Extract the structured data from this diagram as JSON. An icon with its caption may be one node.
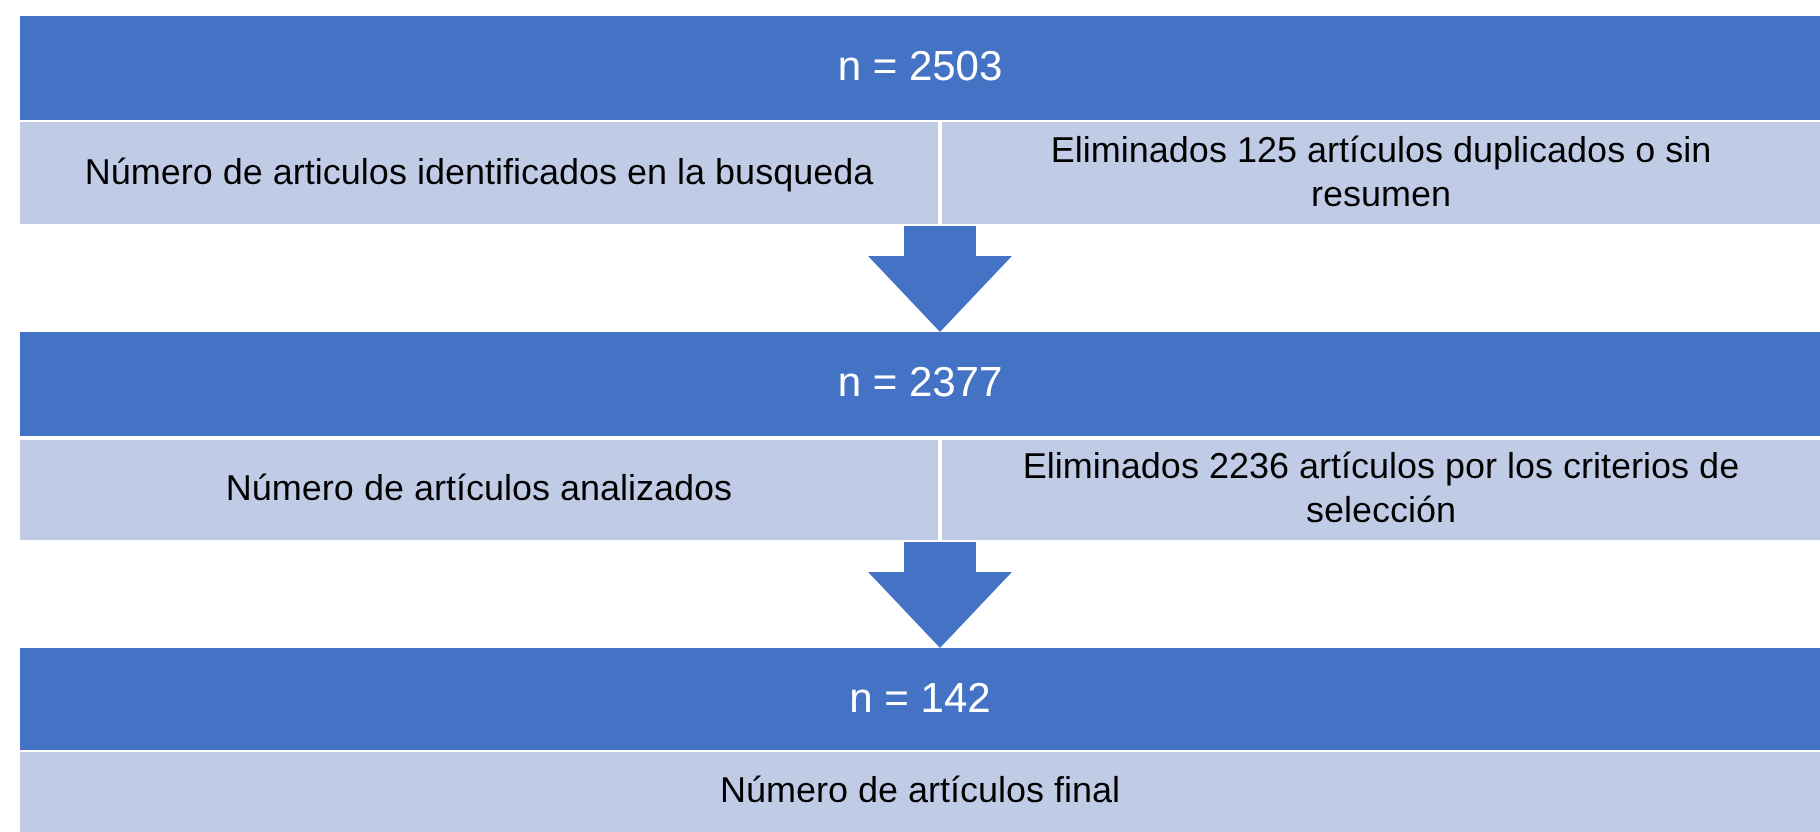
{
  "diagram": {
    "nodes": [
      {
        "text": [
          "n = 2503"
        ]
      },
      {
        "text": [
          "Número de articulos identificados en la busqueda"
        ]
      },
      {
        "text": [
          "Eliminados 125 artículos duplicados o sin resumen"
        ]
      },
      {
        "text": [
          "n = 2377"
        ]
      },
      {
        "text": [
          "Número de artículos analizados"
        ]
      },
      {
        "text": [
          "Eliminados 2236 artículos por los criterios de selección"
        ]
      },
      {
        "text": [
          "n = 142"
        ]
      },
      {
        "text": [
          "Número de artículos final"
        ]
      }
    ],
    "edges": [
      {
        "from": 1,
        "to": 3,
        "arrow": "to"
      },
      {
        "from": 4,
        "to": 6,
        "arrow": "to"
      }
    ]
  }
}
